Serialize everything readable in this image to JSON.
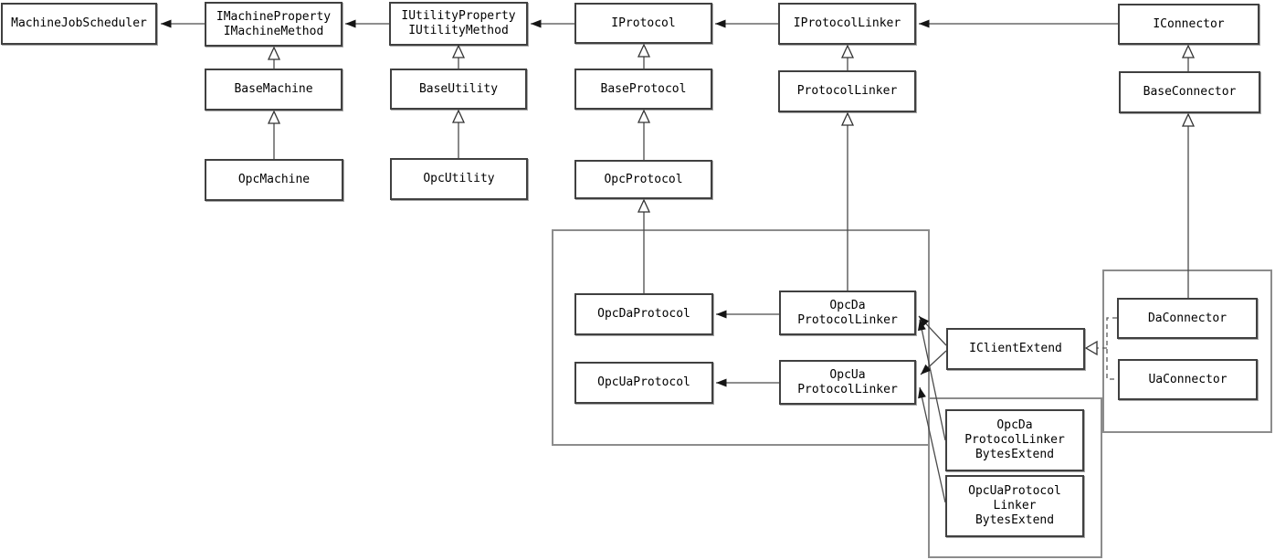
{
  "diagram": {
    "kind": "uml-class-diagram",
    "colors": {
      "background": "#ffffff",
      "box_border": "#404040",
      "group_border": "#8c8c8c",
      "line": "#4a4a4a",
      "text": "#000000"
    },
    "nodes": [
      {
        "id": "machine-job-scheduler",
        "label": "MachineJobScheduler"
      },
      {
        "id": "imachine",
        "label": "IMachineProperty\nIMachineMethod"
      },
      {
        "id": "iutility",
        "label": "IUtilityProperty\nIUtilityMethod"
      },
      {
        "id": "iprotocol",
        "label": "IProtocol"
      },
      {
        "id": "iprotocollinker",
        "label": "IProtocolLinker"
      },
      {
        "id": "iconnector",
        "label": "IConnector"
      },
      {
        "id": "basemachine",
        "label": "BaseMachine"
      },
      {
        "id": "baseutility",
        "label": "BaseUtility"
      },
      {
        "id": "baseprotocol",
        "label": "BaseProtocol"
      },
      {
        "id": "protocollinker",
        "label": "ProtocolLinker"
      },
      {
        "id": "baseconnector",
        "label": "BaseConnector"
      },
      {
        "id": "opcmachine",
        "label": "OpcMachine"
      },
      {
        "id": "opcutility",
        "label": "OpcUtility"
      },
      {
        "id": "opcprotocol",
        "label": "OpcProtocol"
      },
      {
        "id": "opcdaprotocol",
        "label": "OpcDaProtocol"
      },
      {
        "id": "opcuaprotocol",
        "label": "OpcUaProtocol"
      },
      {
        "id": "opcdaprotocollinker",
        "label": "OpcDa\nProtocolLinker"
      },
      {
        "id": "opcuaprotocollinker",
        "label": "OpcUa\nProtocolLinker"
      },
      {
        "id": "iclientextend",
        "label": "IClientExtend"
      },
      {
        "id": "daconnector",
        "label": "DaConnector"
      },
      {
        "id": "uaconnector",
        "label": "UaConnector"
      },
      {
        "id": "opcdaprotocollinkerbytesextend",
        "label": "OpcDa\nProtocolLinker\nBytesExtend"
      },
      {
        "id": "opcuaprotocollinkerbytesextend",
        "label": "OpcUaProtocol\nLinker\nBytesExtend"
      }
    ],
    "edges": [
      {
        "from": "imachine",
        "to": "machine-job-scheduler",
        "type": "arrow"
      },
      {
        "from": "iutility",
        "to": "imachine",
        "type": "arrow"
      },
      {
        "from": "iprotocol",
        "to": "iutility",
        "type": "arrow"
      },
      {
        "from": "iprotocollinker",
        "to": "iprotocol",
        "type": "arrow"
      },
      {
        "from": "iconnector",
        "to": "iprotocollinker",
        "type": "arrow"
      },
      {
        "from": "basemachine",
        "to": "imachine",
        "type": "inheritance"
      },
      {
        "from": "opcmachine",
        "to": "basemachine",
        "type": "inheritance"
      },
      {
        "from": "baseutility",
        "to": "iutility",
        "type": "inheritance"
      },
      {
        "from": "opcutility",
        "to": "baseutility",
        "type": "inheritance"
      },
      {
        "from": "baseprotocol",
        "to": "iprotocol",
        "type": "inheritance"
      },
      {
        "from": "opcprotocol",
        "to": "baseprotocol",
        "type": "inheritance"
      },
      {
        "from": "opcdaprotocol",
        "to": "opcprotocol",
        "type": "inheritance"
      },
      {
        "from": "protocollinker",
        "to": "iprotocollinker",
        "type": "inheritance"
      },
      {
        "from": "opcdaprotocollinker",
        "to": "protocollinker",
        "type": "inheritance"
      },
      {
        "from": "baseconnector",
        "to": "iconnector",
        "type": "inheritance"
      },
      {
        "from": "daconnector",
        "to": "baseconnector",
        "type": "inheritance"
      },
      {
        "from": "opcdaprotocollinker",
        "to": "opcdaprotocol",
        "type": "arrow"
      },
      {
        "from": "opcuaprotocollinker",
        "to": "opcuaprotocol",
        "type": "arrow"
      },
      {
        "from": "iclientextend",
        "to": "opcdaprotocollinker",
        "type": "arrow"
      },
      {
        "from": "iclientextend",
        "to": "opcuaprotocollinker",
        "type": "arrow"
      },
      {
        "from": "opcdaprotocollinkerbytesextend",
        "to": "opcdaprotocollinker",
        "type": "arrow"
      },
      {
        "from": "opcuaprotocollinkerbytesextend",
        "to": "opcuaprotocollinker",
        "type": "arrow"
      },
      {
        "from": "daconnector",
        "to": "iclientextend",
        "type": "realization"
      },
      {
        "from": "uaconnector",
        "to": "iclientextend",
        "type": "realization"
      }
    ],
    "groups": [
      {
        "id": "protocol-linker-cluster"
      },
      {
        "id": "connector-cluster"
      },
      {
        "id": "bytes-extend-cluster"
      }
    ]
  }
}
